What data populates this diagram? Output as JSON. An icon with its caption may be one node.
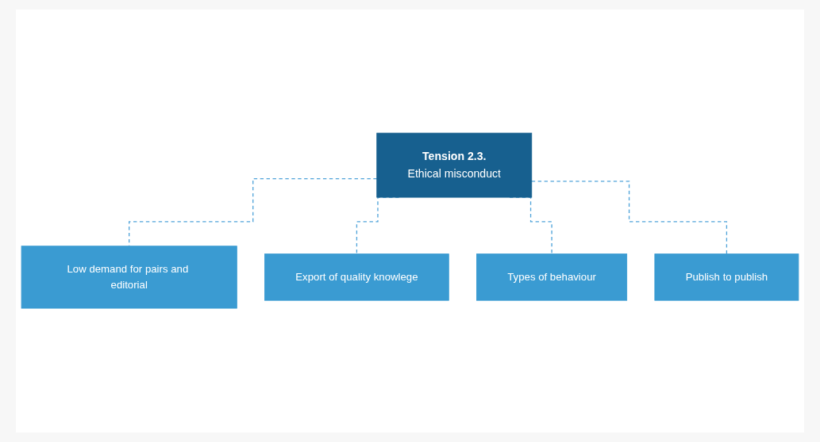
{
  "diagram": {
    "nodes": [
      {
        "text": [
          "Tension 2.3.",
          "Ethical misconduct"
        ]
      },
      {
        "text": [
          "Low demand for pairs and editorial"
        ]
      },
      {
        "text": [
          "Export of quality knowlege"
        ]
      },
      {
        "text": [
          "Types of behaviour"
        ]
      },
      {
        "text": [
          "Publish to publish"
        ]
      }
    ],
    "edges": [
      {
        "from": 0,
        "to": 1,
        "arrow": "none",
        "style": "dashed"
      },
      {
        "from": 0,
        "to": 2,
        "arrow": "none",
        "style": "dashed"
      },
      {
        "from": 0,
        "to": 3,
        "arrow": "none",
        "style": "dashed"
      },
      {
        "from": 0,
        "to": 4,
        "arrow": "none",
        "style": "dashed"
      }
    ]
  }
}
